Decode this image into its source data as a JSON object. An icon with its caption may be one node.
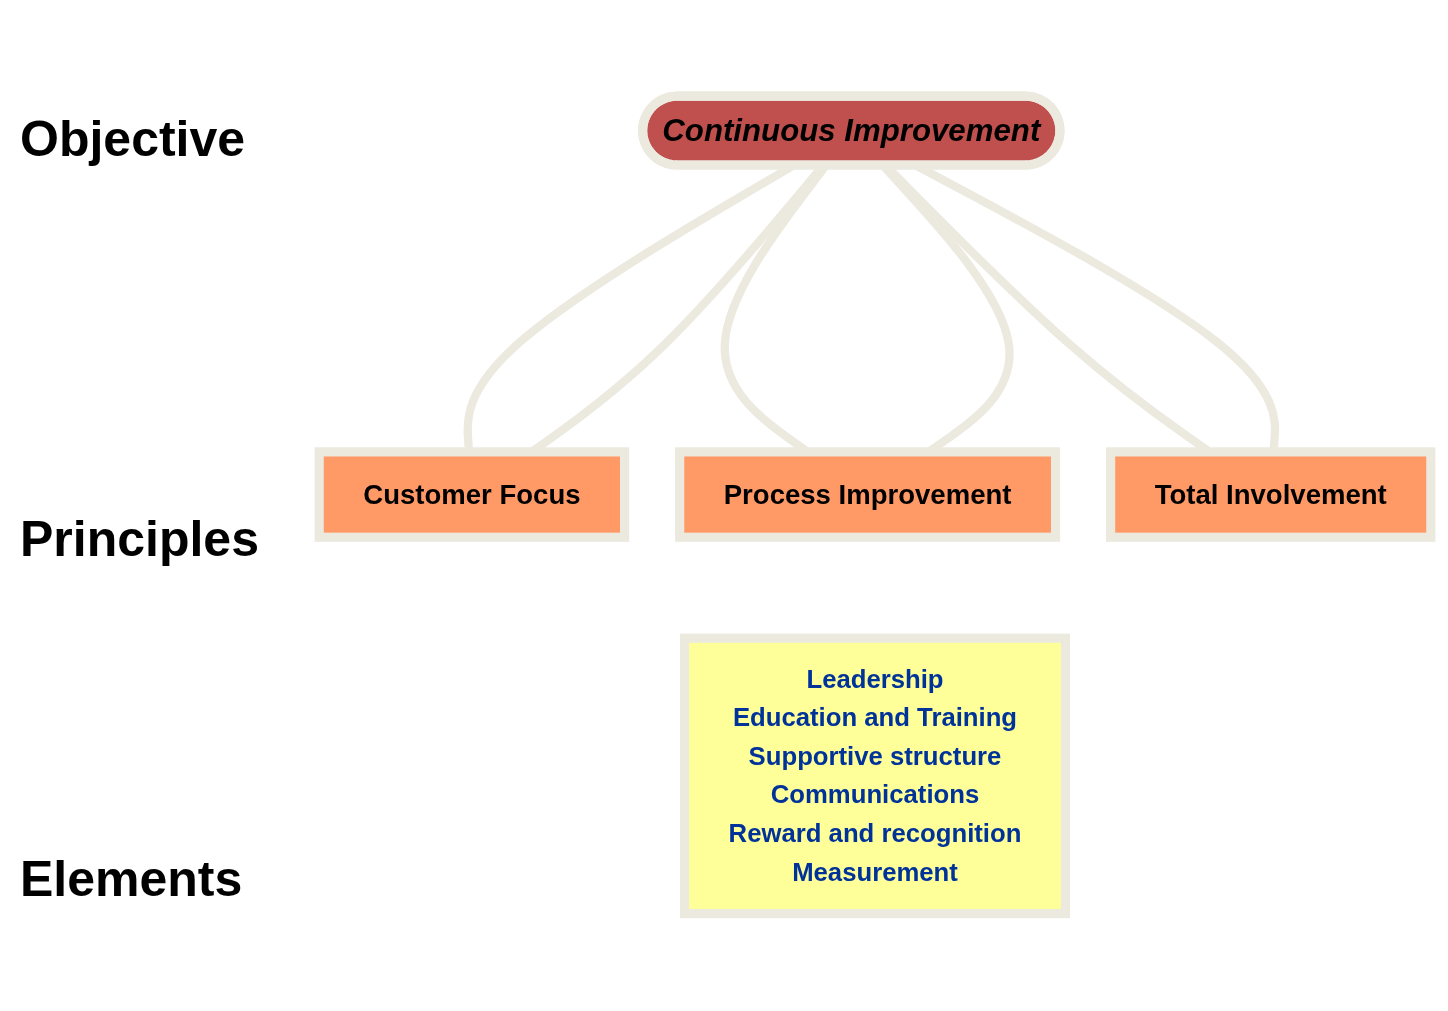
{
  "diagram": {
    "nodes": [
      {
        "text": [
          "Continuous Improvement"
        ]
      },
      {
        "text": [
          "Customer Focus"
        ]
      },
      {
        "text": [
          "Process Improvement"
        ]
      },
      {
        "text": [
          "Total Involvement"
        ]
      },
      {
        "text": [
          "Leadership",
          "Education and Training",
          "Supportive structure",
          "Communications",
          "Reward and recognition",
          "Measurement"
        ]
      }
    ],
    "edges": [
      {
        "from": 0,
        "to": 1,
        "arrow": "none"
      },
      {
        "from": 0,
        "to": 1,
        "arrow": "none"
      },
      {
        "from": 0,
        "to": 2,
        "arrow": "none"
      },
      {
        "from": 0,
        "to": 2,
        "arrow": "none"
      },
      {
        "from": 0,
        "to": 3,
        "arrow": "none"
      },
      {
        "from": 0,
        "to": 3,
        "arrow": "none"
      }
    ],
    "labels": [
      "Objective",
      "Principles",
      "Elements"
    ]
  }
}
